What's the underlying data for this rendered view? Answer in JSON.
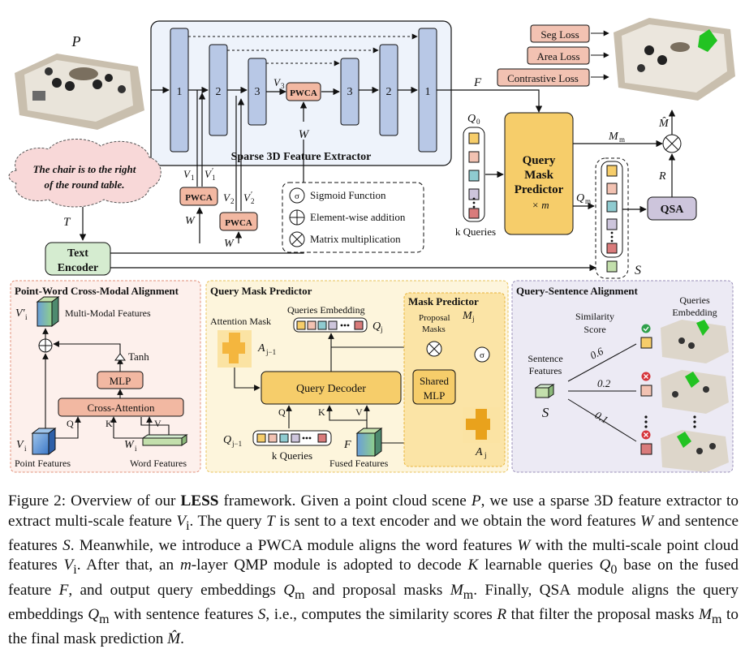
{
  "top": {
    "p_label": "P",
    "extractor_title": "Sparse 3D Feature Extractor",
    "enc_blocks": [
      "1",
      "2",
      "3"
    ],
    "dec_blocks": [
      "3",
      "2",
      "1"
    ],
    "pwca": "PWCA",
    "w": "W",
    "v3": "V",
    "v3_sub": "3",
    "f": "F",
    "t": "T",
    "speech_line1": "The chair is to the right",
    "speech_line2": "of the round table.",
    "text_encoder_line1": "Text",
    "text_encoder_line2": "Encoder",
    "v1": "V",
    "v1_sub": "1",
    "v1p": "V",
    "v1p_sub": "1",
    "v2": "V",
    "v2_sub": "2",
    "v2p": "V",
    "v2p_sub": "2",
    "prime": "′",
    "legend": [
      "Sigmoid Function",
      "Element-wise addition",
      "Matrix multiplication"
    ],
    "sigma": "σ",
    "q0": "Q",
    "q0_sub": "0",
    "k_queries": "k Queries",
    "qmp_lines": [
      "Query",
      "Mask",
      "Predictor"
    ],
    "times_m": "× m",
    "qm": "Q",
    "qm_sub": "m",
    "mm": "M",
    "mm_sub": "m",
    "r": "R",
    "mhat": "M̂",
    "qsa": "QSA",
    "s": "S",
    "losses": [
      "Seg Loss",
      "Area Loss",
      "Contrastive Loss"
    ]
  },
  "pwa": {
    "title": "Point-Word Cross-Modal Alignment",
    "vi_prime": "V′",
    "vi_sub": "i",
    "multimodal": "Multi-Modal Features",
    "tanh": "Tanh",
    "mlp": "MLP",
    "cross_attention": "Cross-Attention",
    "q": "Q",
    "k": "K",
    "v": "V",
    "vi": "V",
    "wi": "W",
    "point_features": "Point Features",
    "word_features": "Word Features"
  },
  "qmp": {
    "title": "Query Mask Predictor",
    "attention_mask": "Attention Mask",
    "a_prev": "A",
    "a_prev_sub": "j−1",
    "queries_embedding": "Queries  Embedding",
    "qj": "Q",
    "qj_sub": "j",
    "query_decoder": "Query Decoder",
    "q": "Q",
    "k": "K",
    "v": "V",
    "qj1": "Q",
    "qj1_sub": "j−1",
    "k_queries": "k Queries",
    "f": "F",
    "fused_features": "Fused Features",
    "mask_predictor": "Mask Predictor",
    "proposal1": "Proposal",
    "proposal2": "Masks",
    "mj": "M",
    "mj_sub": "j",
    "shared1": "Shared",
    "shared2": "MLP",
    "aj": "A",
    "aj_sub": "j",
    "sigma": "σ"
  },
  "qsa": {
    "title": "Query-Sentence Alignment",
    "similarity1": "Similarity",
    "similarity2": "Score",
    "queries1": "Queries",
    "queries2": "Embedding",
    "sentence1": "Sentence",
    "sentence2": "Features",
    "s": "S",
    "scores": [
      "0.6",
      "0.2",
      "0.1"
    ]
  },
  "caption": [
    "Figure 2: Overview of our ",
    "LESS",
    " framework. Given a point cloud scene ",
    "P",
    ", we use a sparse 3D feature extractor to extract multi-scale feature ",
    "V",
    "i",
    ". The query ",
    "T",
    " is sent to a text encoder and we obtain the word features ",
    "W",
    " and sentence features ",
    "S",
    ". Meanwhile, we introduce a PWCA module aligns the word features ",
    "W",
    " with the multi-scale point cloud features ",
    "V",
    "i",
    ". After that, an ",
    "m",
    "-layer QMP module is adopted to decode ",
    "K",
    " learnable queries ",
    "Q",
    "0",
    " base on the fused feature ",
    "F",
    ", and output query embeddings ",
    "Q",
    "m",
    " and proposal masks ",
    "M",
    "m",
    ". Finally, QSA module aligns the query embeddings ",
    "Q",
    "m",
    " with sentence features ",
    "S",
    ", i.e., computes the similarity scores ",
    "R",
    " that filter the proposal masks ",
    "M",
    "m",
    " to the final mask prediction ",
    "M̂",
    "."
  ],
  "colors": {
    "extractor_bg": "#eef3fb",
    "block_fill": "#b8c8e6",
    "pwca_fill": "#f2b8a2",
    "loss_fill": "#f2c2b2",
    "qmp_fill": "#f6cd6a",
    "qsa_fill": "#cdc5dc",
    "encoder_fill": "#d5ecd0",
    "speech_fill": "#f8d8d8",
    "panel1_bg": "#fdf0ec",
    "panel2_bg": "#fdf5dc",
    "panel3_bg": "#eceaf4",
    "queries": [
      "#f6cd6a",
      "#f2c2b2",
      "#8fcbd0",
      "#cdc5dc",
      "#d97b7b",
      "#c3dfac"
    ]
  }
}
